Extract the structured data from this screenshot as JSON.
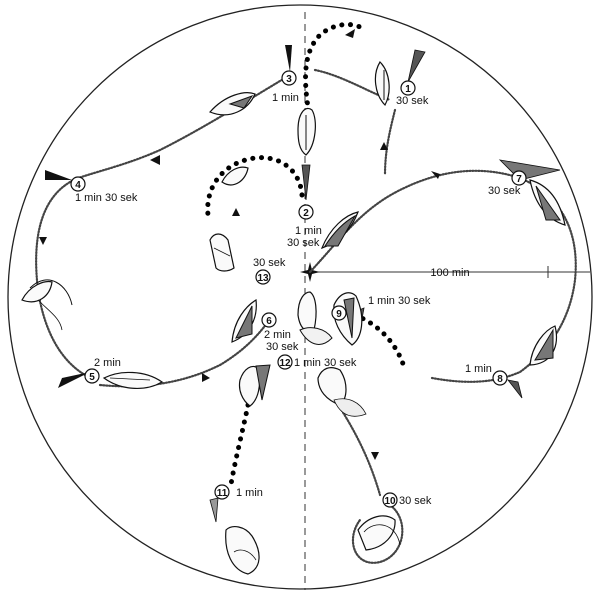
{
  "scale_label": "100 min",
  "markers": [
    {
      "id": "m1",
      "num": "1",
      "time": "30 sek"
    },
    {
      "id": "m2",
      "num": "2",
      "time1": "1 min",
      "time2": "30 sek"
    },
    {
      "id": "m3",
      "num": "3",
      "time": "1 min"
    },
    {
      "id": "m4",
      "num": "4",
      "time": "1 min 30 sek"
    },
    {
      "id": "m5",
      "num": "5",
      "time": "2 min"
    },
    {
      "id": "m6",
      "num": "6",
      "time1": "2 min",
      "time2": "30 sek"
    },
    {
      "id": "m7",
      "num": "7",
      "time": "30 sek"
    },
    {
      "id": "m8",
      "num": "8",
      "time": "1 min"
    },
    {
      "id": "m9",
      "num": "9",
      "time": "1 min 30 sek"
    },
    {
      "id": "m10",
      "num": "10",
      "time": "30 sek"
    },
    {
      "id": "m11",
      "num": "11",
      "time": "1 min"
    },
    {
      "id": "m12",
      "num": "12",
      "time": "1 min 30 sek"
    },
    {
      "id": "m13",
      "num": "13",
      "time": "30 sek"
    }
  ]
}
